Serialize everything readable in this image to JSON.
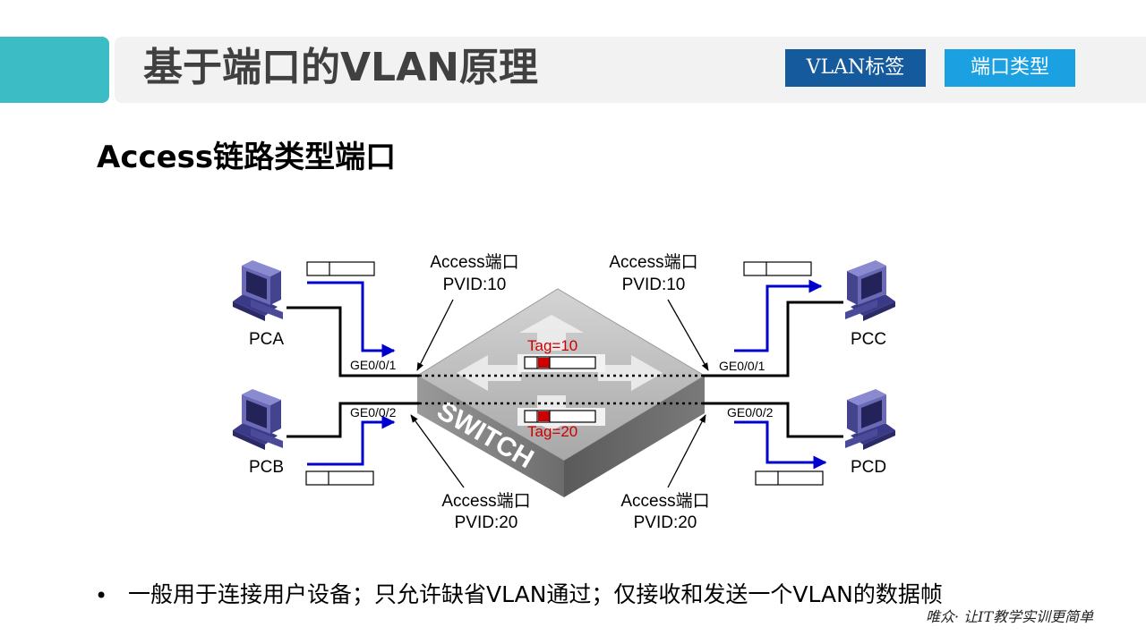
{
  "header": {
    "title": "基于端口的VLAN原理",
    "nav": [
      {
        "label": "VLAN标签"
      },
      {
        "label": "端口类型"
      }
    ]
  },
  "section_title": "Access链路类型端口",
  "diagram": {
    "switch_label": "SWITCH",
    "hosts": {
      "pca": "PCA",
      "pcb": "PCB",
      "pcc": "PCC",
      "pcd": "PCD"
    },
    "ports": {
      "left_top": "GE0/0/1",
      "left_bottom": "GE0/0/2",
      "right_top": "GE0/0/1",
      "right_bottom": "GE0/0/2"
    },
    "callouts": {
      "top_left": {
        "type": "Access端口",
        "pvid": "PVID:10"
      },
      "top_right": {
        "type": "Access端口",
        "pvid": "PVID:10"
      },
      "bottom_left": {
        "type": "Access端口",
        "pvid": "PVID:20"
      },
      "bottom_right": {
        "type": "Access端口",
        "pvid": "PVID:20"
      }
    },
    "tags": {
      "top": "Tag=10",
      "bottom": "Tag=20"
    },
    "colors": {
      "flow_arrow": "#0000cc",
      "tag": "#cc0000",
      "pc_body": "#5f5fa8"
    }
  },
  "bullet": "一般用于连接用户设备；只允许缺省VLAN通过；仅接收和发送一个VLAN的数据帧",
  "watermark": "唯众· 让IT教学实训更简单"
}
